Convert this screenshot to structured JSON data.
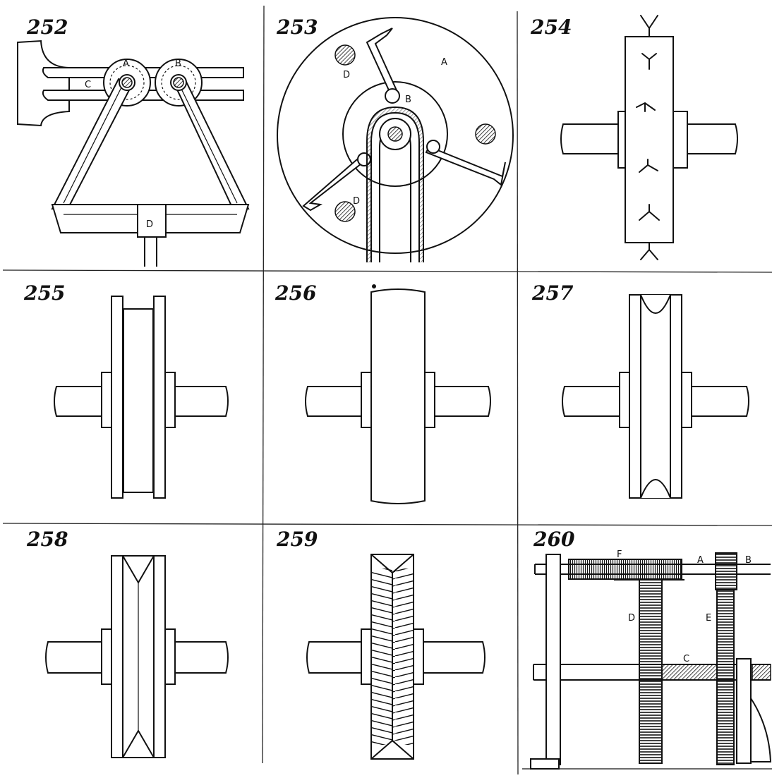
{
  "figures": [
    {
      "number": "252",
      "labels": {
        "a": "A",
        "b": "B",
        "c": "C",
        "d": "D"
      }
    },
    {
      "number": "253",
      "labels": {
        "a": "A",
        "b": "B",
        "d1": "D",
        "d2": "D"
      }
    },
    {
      "number": "254"
    },
    {
      "number": "255"
    },
    {
      "number": "256"
    },
    {
      "number": "257"
    },
    {
      "number": "258"
    },
    {
      "number": "259"
    },
    {
      "number": "260",
      "labels": {
        "f": "F",
        "a": "A",
        "b": "B",
        "d": "D",
        "e": "E",
        "c": "C"
      }
    }
  ],
  "ink_color": "#111111",
  "paper_color": "#ffffff"
}
